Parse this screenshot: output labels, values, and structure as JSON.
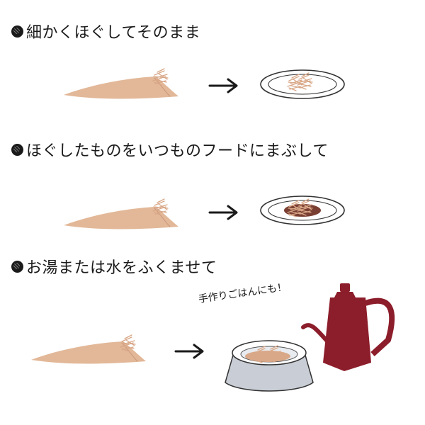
{
  "steps": [
    {
      "title": "細かくほぐしてそのまま"
    },
    {
      "title": "ほぐしたものをいつものフードにまぶして"
    },
    {
      "title": "お湯または水をふくませて"
    }
  ],
  "caption": "手作りごはんにも！",
  "icons": [
    "fish-fillet-icon",
    "right-arrow-icon",
    "plate-icon",
    "pet-bowl-icon",
    "kettle-icon"
  ],
  "colors": {
    "fillet": "#e2b898",
    "flakes": "#d9a888",
    "kettle": "#8c1d2a",
    "bowl": "#c9ced6",
    "food": "#7a3f33",
    "text": "#1a1a1a"
  }
}
